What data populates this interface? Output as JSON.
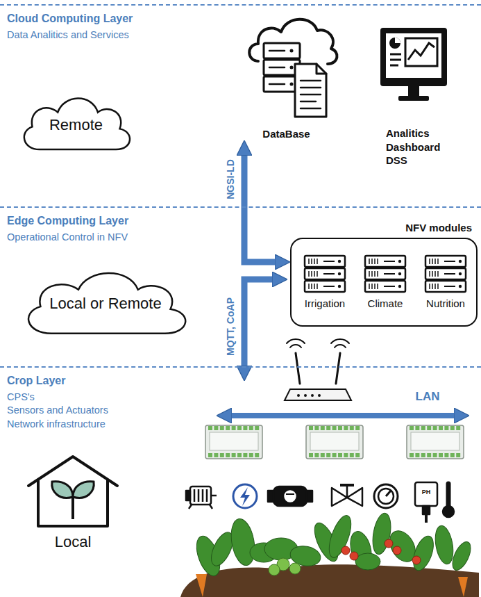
{
  "diagram": {
    "nodes": [
      {
        "text": [
          "Cloud Computing Layer",
          "Data Analitics and Services"
        ]
      },
      {
        "text": [
          "Remote"
        ],
        "in": 0
      },
      {
        "text": [
          "DataBase"
        ],
        "in": 0
      },
      {
        "text": [
          "Analitics Dashboard DSS"
        ],
        "in": 0
      },
      {
        "text": [
          "Edge Computing Layer",
          "Operational Control in NFV"
        ]
      },
      {
        "text": [
          "Local or Remote"
        ],
        "in": 4
      },
      {
        "text": [
          "NFV modules"
        ],
        "in": 4
      },
      {
        "text": [
          "Irrigation"
        ],
        "in": 6
      },
      {
        "text": [
          "Climate"
        ],
        "in": 6
      },
      {
        "text": [
          "Nutrition"
        ],
        "in": 6
      },
      {
        "text": [
          "Crop Layer",
          "CPS's",
          "Sensors and Actuators",
          "Network infrastructure"
        ]
      },
      {
        "text": [
          "Local"
        ],
        "in": 10
      }
    ],
    "edges": [
      {
        "from": 6,
        "to": 2,
        "arrow": "both",
        "label": "NGSI-LD"
      }
    ],
    "labels": [
      "MQTT, CoAP",
      "LAN",
      "PH"
    ]
  }
}
